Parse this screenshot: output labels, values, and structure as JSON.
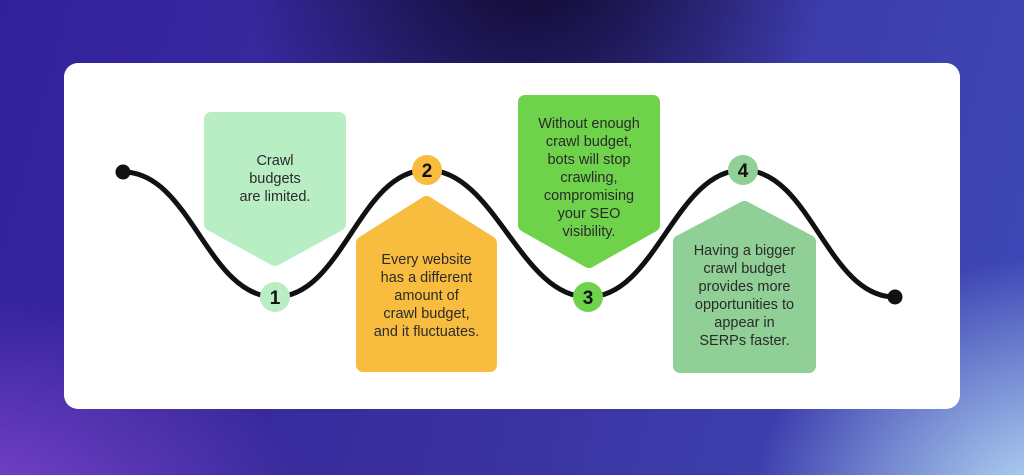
{
  "colors": {
    "background_top_left": "#33219c",
    "background_top_center": "#0c0726",
    "background_top_right": "#3f4ab8",
    "background_bottom_left": "#8348ce",
    "background_bottom_right": "#c2e8fb",
    "card": "#ffffff",
    "line": "#111111",
    "text": "#2b2b2b"
  },
  "steps": [
    {
      "number": "1",
      "color": "#b9eec5",
      "direction": "down",
      "text": "Crawl\nbudgets\nare limited."
    },
    {
      "number": "2",
      "color": "#f8bd3e",
      "direction": "up",
      "text": "Every website\nhas a different\namount of\ncrawl budget,\nand it fluctuates."
    },
    {
      "number": "3",
      "color": "#6fd24b",
      "direction": "down",
      "text": "Without enough\ncrawl budget,\nbots will stop\ncrawling,\ncompromising\nyour SEO\nvisibility."
    },
    {
      "number": "4",
      "color": "#90cf96",
      "direction": "up",
      "text": "Having a bigger\ncrawl budget\nprovides more\nopportunities to\nappear in\nSERPs faster."
    }
  ]
}
